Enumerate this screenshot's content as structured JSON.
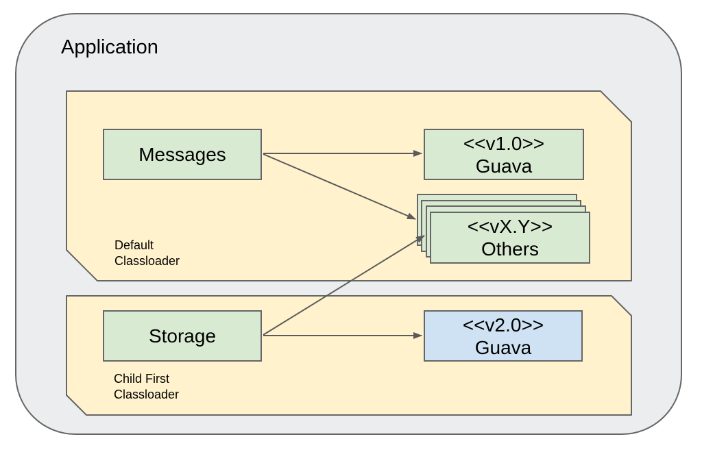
{
  "diagram": {
    "title": "Application",
    "groups": [
      {
        "id": "default-classloader",
        "label_lines": [
          "Default",
          "Classloader"
        ]
      },
      {
        "id": "child-first-classloader",
        "label_lines": [
          "Child First",
          "Classloader"
        ]
      }
    ],
    "nodes": [
      {
        "id": "messages",
        "lines": [
          "Messages"
        ]
      },
      {
        "id": "guava-v1",
        "lines": [
          "<<v1.0>>",
          "Guava"
        ]
      },
      {
        "id": "others",
        "lines": [
          "<<vX.Y>>",
          "Others"
        ],
        "stacked_copies": 4
      },
      {
        "id": "storage",
        "lines": [
          "Storage"
        ]
      },
      {
        "id": "guava-v2",
        "lines": [
          "<<v2.0>>",
          "Guava"
        ]
      }
    ],
    "edges": [
      {
        "from": "messages",
        "to": "guava-v1"
      },
      {
        "from": "messages",
        "to": "others"
      },
      {
        "from": "storage",
        "to": "others"
      },
      {
        "from": "storage",
        "to": "guava-v2"
      }
    ],
    "colors": {
      "canvas_bg": "#ffffff",
      "application_fill": "#ebedee",
      "classloader_fill": "#fff2cc",
      "node_green_fill": "#d9ead3",
      "node_blue_fill": "#cfe2f3",
      "shape_border": "#666666",
      "arrow": "#5b5b5b",
      "text": "#000000"
    }
  }
}
